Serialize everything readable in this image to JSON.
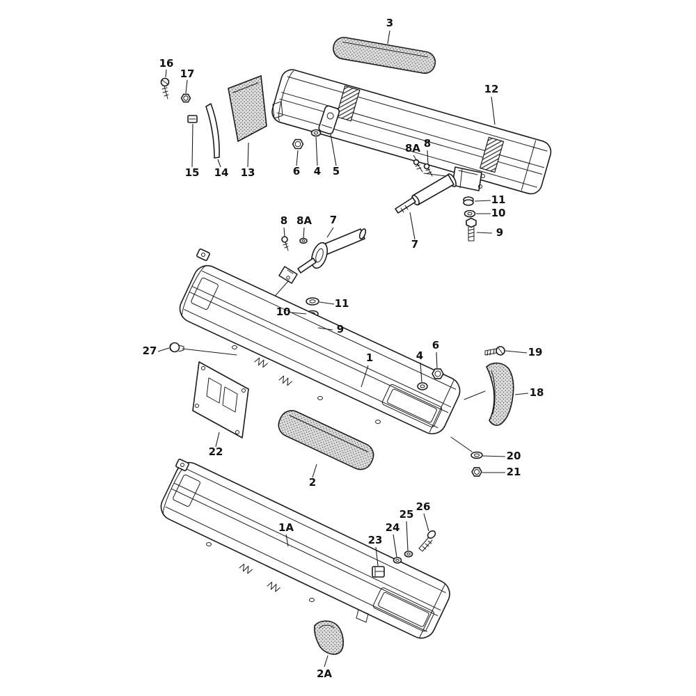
{
  "figure": {
    "kind": "exploded-parts-diagram",
    "subject": "bumper-assembly",
    "colors": {
      "ink": "#1a1a1a",
      "paper": "#ffffff",
      "pad_fill": "#dcdcdc"
    },
    "callouts": {
      "c3": "3",
      "c16": "16",
      "c17": "17",
      "c12": "12",
      "c15": "15",
      "c14": "14",
      "c13": "13",
      "c6top": "6",
      "c4top": "4",
      "c5": "5",
      "c8atop": "8A",
      "c8top": "8",
      "c11top": "11",
      "c10top": "10",
      "c9top": "9",
      "c7top": "7",
      "c8mid": "8",
      "c8amid": "8A",
      "c7mid": "7",
      "c10mid": "10",
      "c11mid": "11",
      "c9mid": "9",
      "c27": "27",
      "c1": "1",
      "c4mid": "4",
      "c6mid": "6",
      "c19": "19",
      "c18": "18",
      "c20": "20",
      "c21": "21",
      "c22": "22",
      "c2": "2",
      "c1a": "1A",
      "c23": "23",
      "c24": "24",
      "c25": "25",
      "c26": "26",
      "c2a": "2A"
    }
  }
}
